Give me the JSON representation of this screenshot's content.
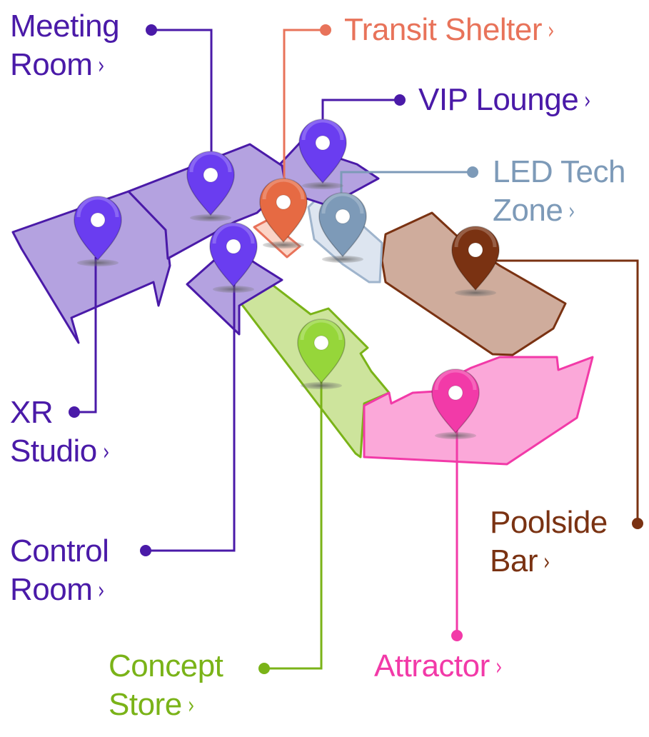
{
  "colors": {
    "purple": "#4a1aa8",
    "purple_fill": "#b4a2e0",
    "pin_purple": "#6a3df0",
    "orange": "#e8735a",
    "orange_pin": "#e66a43",
    "slate": "#7d9ab8",
    "brown": "#7a3212",
    "brown_fill": "#cfac9c",
    "green": "#7ab318",
    "green_fill": "#cde49c",
    "pink": "#f23aa8",
    "pink_fill": "#fba8d9"
  },
  "chevron": "›",
  "zones": [
    {
      "id": "meeting-room",
      "lines": [
        "Meeting",
        "Room"
      ],
      "color": "#4a1aa8",
      "icon": "map-pin-icon"
    },
    {
      "id": "transit-shelter",
      "lines": [
        "Transit Shelter"
      ],
      "color": "#e8735a",
      "icon": "map-pin-icon"
    },
    {
      "id": "vip-lounge",
      "lines": [
        "VIP Lounge"
      ],
      "color": "#4a1aa8",
      "icon": "map-pin-icon"
    },
    {
      "id": "led-tech-zone",
      "lines": [
        "LED Tech",
        "Zone"
      ],
      "color": "#7d9ab8",
      "icon": "map-pin-icon"
    },
    {
      "id": "xr-studio",
      "lines": [
        "XR",
        "Studio"
      ],
      "color": "#4a1aa8",
      "icon": "map-pin-icon"
    },
    {
      "id": "control-room",
      "lines": [
        "Control",
        "Room"
      ],
      "color": "#4a1aa8",
      "icon": "map-pin-icon"
    },
    {
      "id": "concept-store",
      "lines": [
        "Concept",
        "Store"
      ],
      "color": "#7ab318",
      "icon": "map-pin-icon"
    },
    {
      "id": "attractor",
      "lines": [
        "Attractor"
      ],
      "color": "#f23aa8",
      "icon": "map-pin-icon"
    },
    {
      "id": "poolside-bar",
      "lines": [
        "Poolside",
        "Bar"
      ],
      "color": "#7a3212",
      "icon": "map-pin-icon"
    }
  ]
}
